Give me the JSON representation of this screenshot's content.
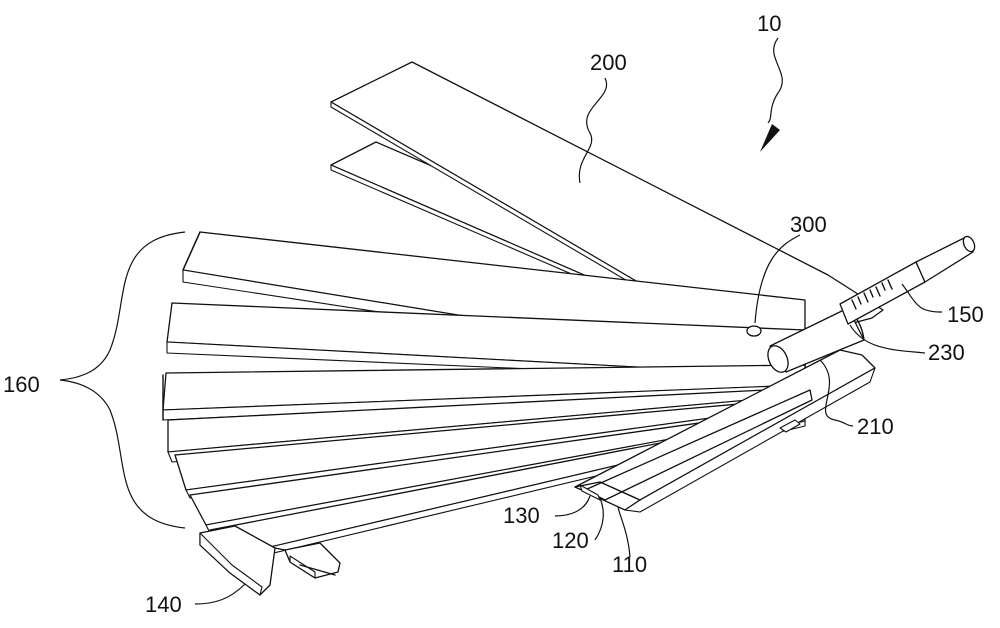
{
  "labels": {
    "device": "10",
    "cover_sheet": "200",
    "pin": "300",
    "rod": "150",
    "sleeve": "230",
    "hinge": "210",
    "leaf_group": "160",
    "base": "140",
    "layer_130": "130",
    "layer_120": "120",
    "layer_110": "110"
  }
}
